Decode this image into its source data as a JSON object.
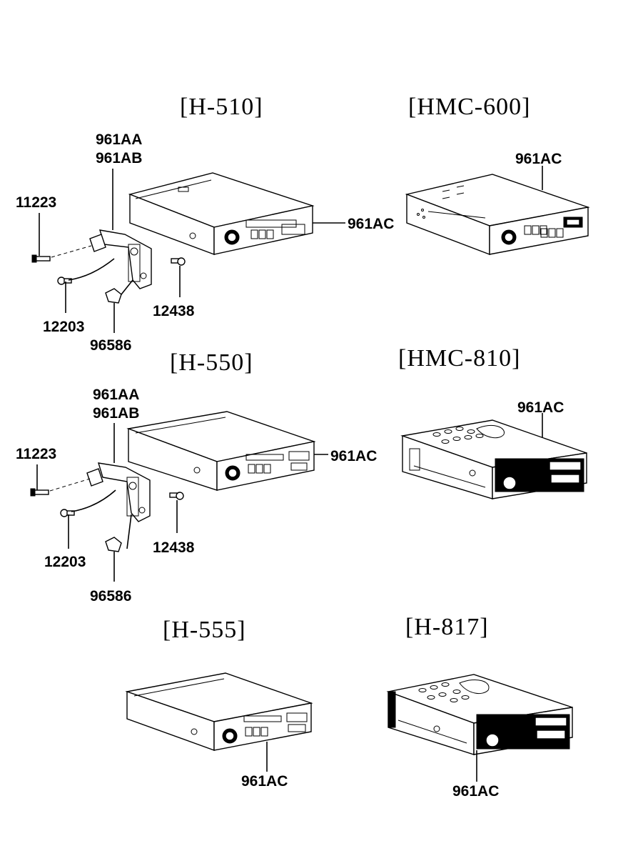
{
  "sections": [
    {
      "title": "[H-510]",
      "labels": [
        "961AA",
        "961AB",
        "11223",
        "961AC",
        "12203",
        "12438",
        "96586"
      ]
    },
    {
      "title": "[HMC-600]",
      "labels": [
        "961AC"
      ]
    },
    {
      "title": "[H-550]",
      "labels": [
        "961AA",
        "961AB",
        "11223",
        "961AC",
        "12203",
        "12438",
        "96586"
      ]
    },
    {
      "title": "[HMC-810]",
      "labels": [
        "961AC"
      ]
    },
    {
      "title": "[H-555]",
      "labels": [
        "961AC"
      ]
    },
    {
      "title": "[H-817]",
      "labels": [
        "961AC"
      ]
    }
  ]
}
